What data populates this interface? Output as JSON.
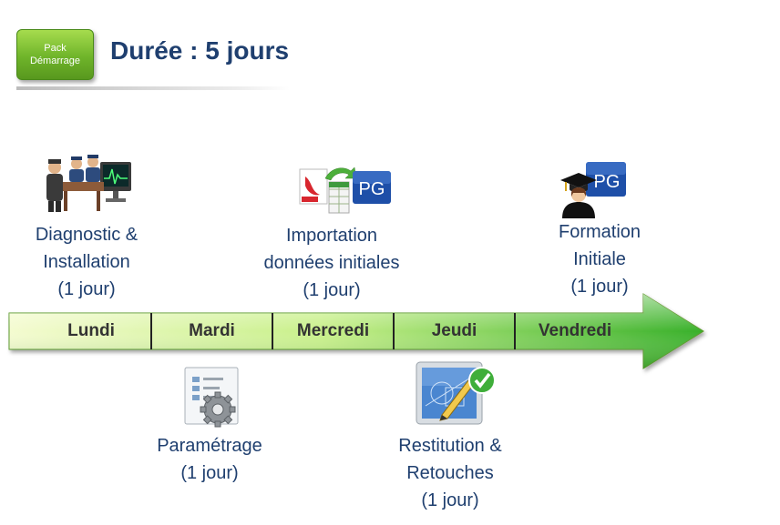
{
  "header": {
    "badge_line1": "Pack",
    "badge_line2": "Démarrage",
    "title": "Durée : 5 jours"
  },
  "timeline": {
    "days": [
      "Lundi",
      "Mardi",
      "Mercredi",
      "Jeudi",
      "Vendredi"
    ]
  },
  "steps": {
    "diagnostic": {
      "line1": "Diagnostic &",
      "line2": "Installation",
      "duration": "(1 jour)",
      "icon": "team-monitor-icon"
    },
    "parametrage": {
      "line1": "Paramétrage",
      "duration": "(1 jour)",
      "icon": "settings-gear-icon"
    },
    "importation": {
      "line1": "Importation",
      "line2": "données initiales",
      "duration": "(1 jour)",
      "icon": "pdf-to-pg-icon",
      "pg_text": "PG"
    },
    "restitution": {
      "line1": "Restitution &",
      "line2": "Retouches",
      "duration": "(1 jour)",
      "icon": "drawing-check-icon"
    },
    "formation": {
      "line1": "Formation",
      "line2": "Initiale",
      "duration": "(1 jour)",
      "icon": "graduate-pg-icon",
      "pg_text": "PG"
    }
  },
  "colors": {
    "title": "#1f3f6f",
    "arrow_light": "#e8fbb0",
    "arrow_dark": "#3cae2a",
    "badge": "#7cc234"
  }
}
